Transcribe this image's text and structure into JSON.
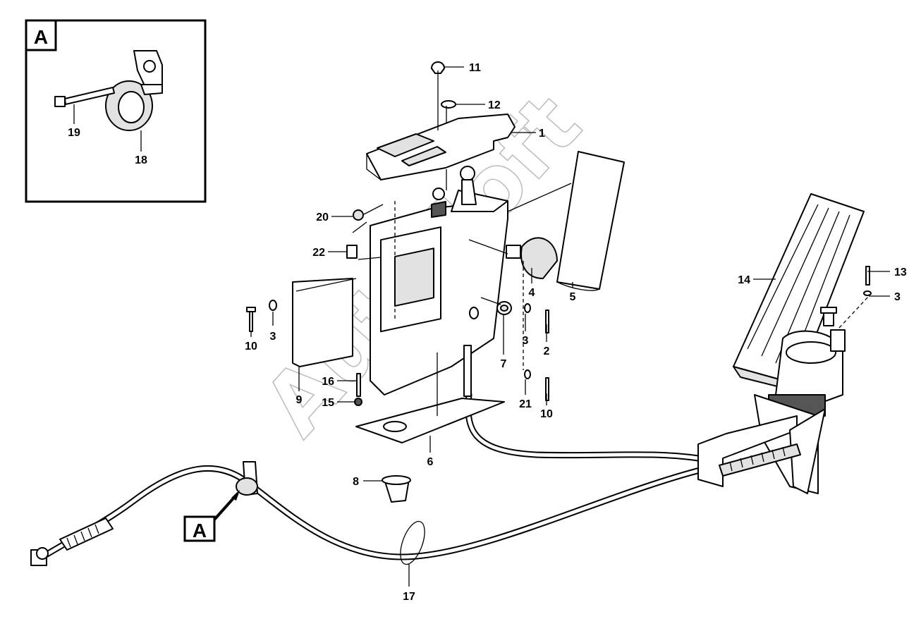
{
  "watermark": "AutoSoft",
  "inset": {
    "tag": "A",
    "callouts": [
      {
        "id": "inset-19",
        "text": "19"
      },
      {
        "id": "inset-18",
        "text": "18"
      }
    ]
  },
  "view_tag": "A",
  "callouts": {
    "c1": "1",
    "c2": "2",
    "c3a": "3",
    "c3b": "3",
    "c3c": "3",
    "c4": "4",
    "c5": "5",
    "c6": "6",
    "c7": "7",
    "c8": "8",
    "c9": "9",
    "c10a": "10",
    "c10b": "10",
    "c11": "11",
    "c12": "12",
    "c13": "13",
    "c14": "14",
    "c15": "15",
    "c16": "16",
    "c17": "17",
    "c20": "20",
    "c21": "21",
    "c22": "22"
  }
}
